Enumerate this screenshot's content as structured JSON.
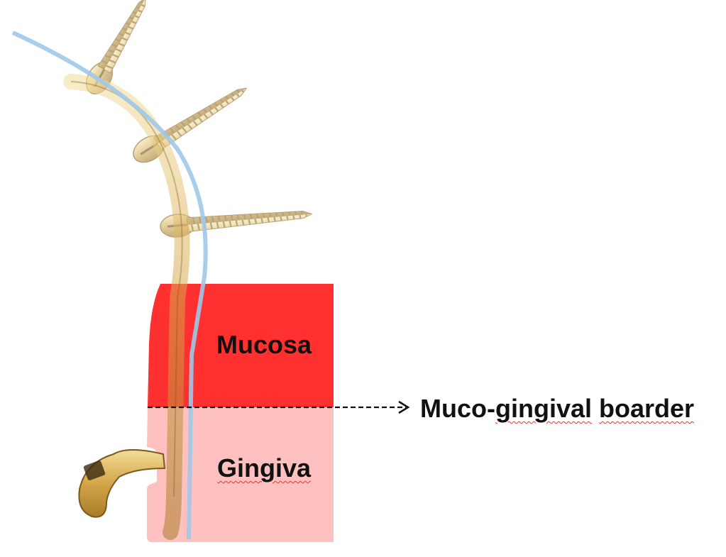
{
  "labels": {
    "mucosa": "Mucosa",
    "gingiva": "Gingiva",
    "border_prefix": "Muco-",
    "border_word1": "gingival",
    "border_word2": "boarder"
  },
  "colors": {
    "mucosa_region": "#ff3030",
    "gingiva_region": "#ffc0c0",
    "plate_gold": "#d4a64a",
    "contour_line": "#9ec9ea",
    "arrow": "#111111"
  },
  "icons": [
    "bone-screw-icon",
    "miniplate-icon",
    "hook-icon"
  ]
}
